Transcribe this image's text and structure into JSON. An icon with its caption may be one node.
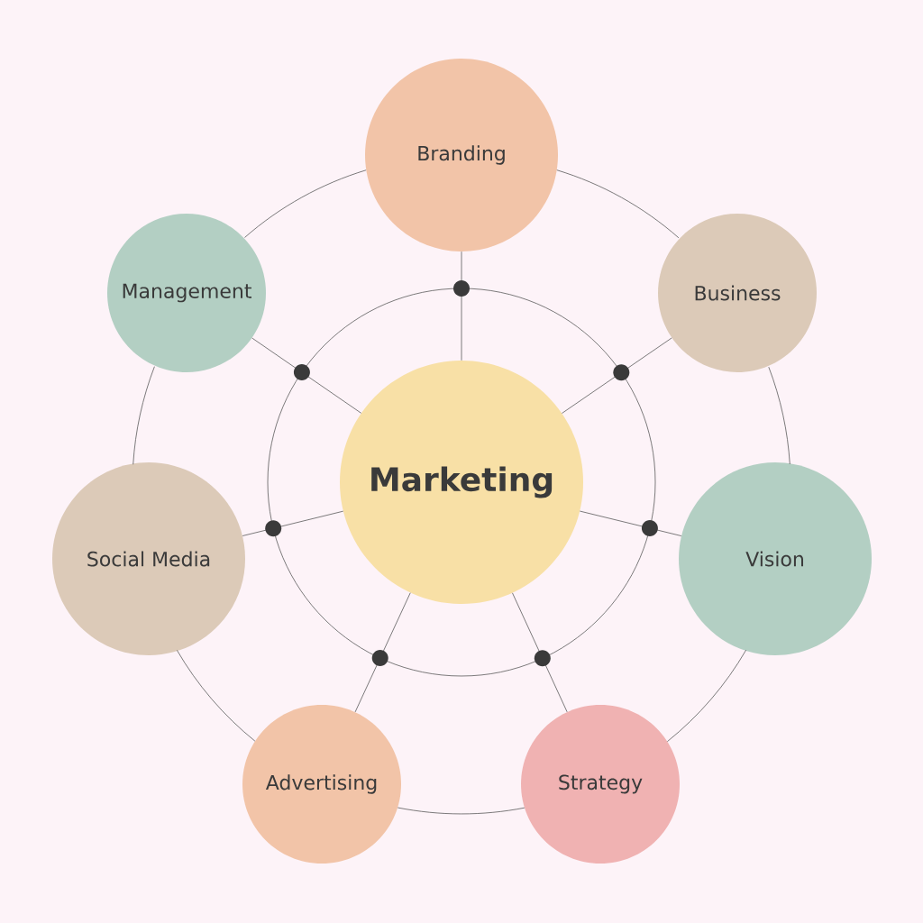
{
  "diagram": {
    "nodes": [
      {
        "text": [
          "Branding"
        ]
      },
      {
        "text": [
          "Management"
        ]
      },
      {
        "text": [
          "Business"
        ]
      },
      {
        "text": [
          "Marketing"
        ]
      },
      {
        "text": [
          "Social Media"
        ]
      },
      {
        "text": [
          "Vision"
        ]
      },
      {
        "text": [
          "Advertising"
        ]
      },
      {
        "text": [
          "Strategy"
        ]
      }
    ],
    "edges": [
      {
        "from": 3,
        "to": 0,
        "arrow": "none"
      },
      {
        "from": 3,
        "to": 2,
        "arrow": "none"
      },
      {
        "from": 3,
        "to": 5,
        "arrow": "none"
      },
      {
        "from": 3,
        "to": 7,
        "arrow": "none"
      },
      {
        "from": 3,
        "to": 6,
        "arrow": "none"
      },
      {
        "from": 3,
        "to": 4,
        "arrow": "none"
      },
      {
        "from": 3,
        "to": 1,
        "arrow": "none"
      },
      {
        "from": 0,
        "to": 2,
        "arrow": "none"
      },
      {
        "from": 2,
        "to": 5,
        "arrow": "none"
      },
      {
        "from": 5,
        "to": 7,
        "arrow": "none"
      },
      {
        "from": 7,
        "to": 6,
        "arrow": "none"
      },
      {
        "from": 6,
        "to": 4,
        "arrow": "none"
      },
      {
        "from": 4,
        "to": 1,
        "arrow": "none"
      },
      {
        "from": 1,
        "to": 0,
        "arrow": "none"
      }
    ]
  }
}
